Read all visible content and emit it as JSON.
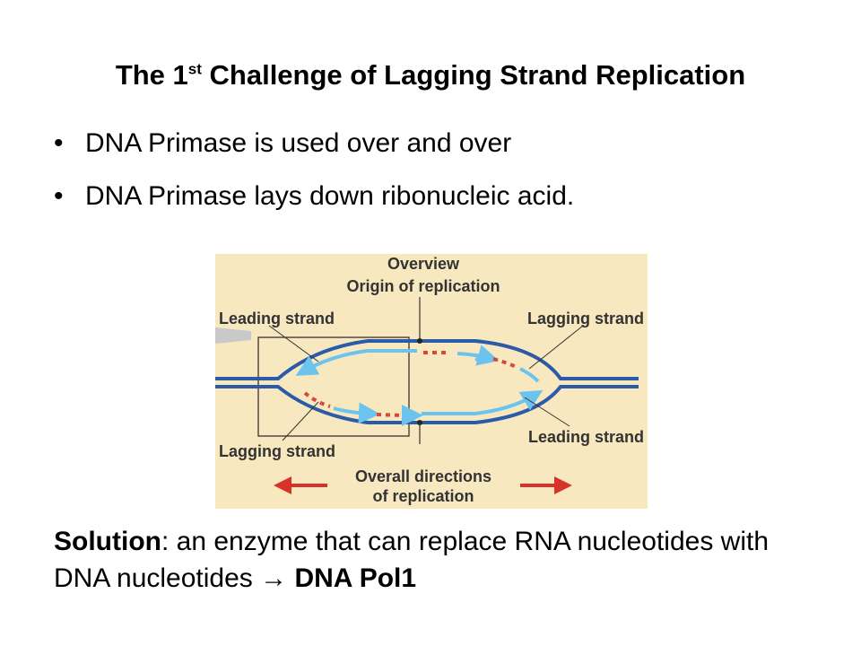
{
  "slide": {
    "title_main": "The 1",
    "title_sup": "st",
    "title_rest": " Challenge of Lagging Strand Replication",
    "bullets": [
      "DNA Primase is used over and over",
      "DNA Primase lays down ribonucleic acid."
    ],
    "bullet_glyph": "•",
    "solution_label": "Solution",
    "solution_text": ": an enzyme that can replace RNA nucleotides with DNA nucleotides ",
    "solution_arrow": "→",
    "solution_answer": " DNA Pol1"
  },
  "figure": {
    "overview": "Overview",
    "origin": "Origin of replication",
    "leading_left": "Leading strand",
    "lagging_right": "Lagging strand",
    "lagging_left": "Lagging strand",
    "leading_right": "Leading strand",
    "directions_1": "Overall directions",
    "directions_2": "of replication"
  },
  "colors": {
    "figure_bg": "#f7e8c0",
    "parental_strand": "#2b5aa8",
    "new_strand": "#6cc4ee",
    "rna_primer": "#d8483a",
    "direction_arrow": "#d8332a"
  }
}
